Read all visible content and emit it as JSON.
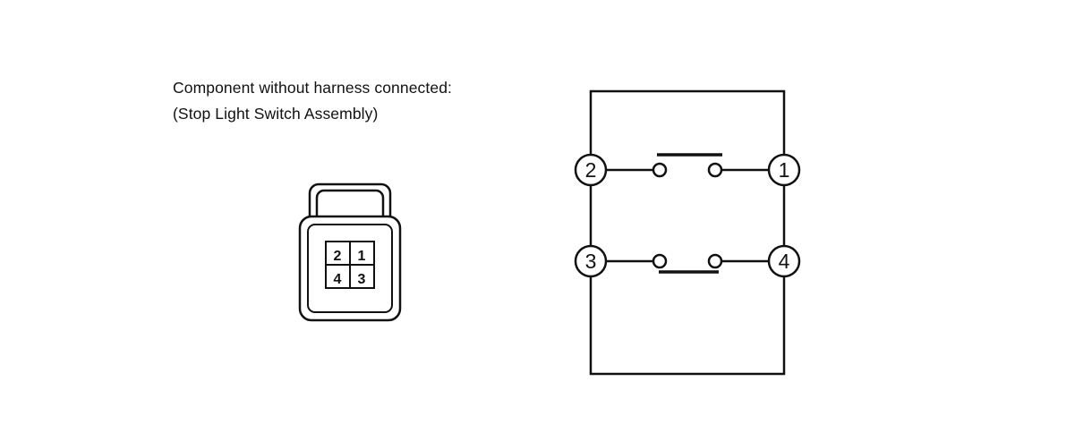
{
  "caption": {
    "line1": "Component without harness connected:",
    "line2": "(Stop Light Switch Assembly)"
  },
  "connector": {
    "pins": [
      "2",
      "1",
      "4",
      "3"
    ]
  },
  "circuit": {
    "terminals": {
      "top_left": "2",
      "top_right": "1",
      "bottom_left": "3",
      "bottom_right": "4"
    }
  },
  "colors": {
    "line": "#111111",
    "background": "#ffffff"
  }
}
